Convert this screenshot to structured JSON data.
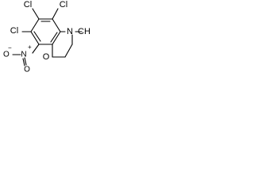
{
  "molecule": {
    "labels": {
      "cl_top_left": "Cl",
      "cl_top_right": "Cl",
      "cl_left": "Cl",
      "nitro_o_minus": "O",
      "nitro_n_plus": "N",
      "nitro_o": "O",
      "nitro_minus": "−",
      "nitro_plus": "+",
      "ring_n": "N",
      "methyl": "CH₃",
      "ring_o": "O"
    }
  }
}
